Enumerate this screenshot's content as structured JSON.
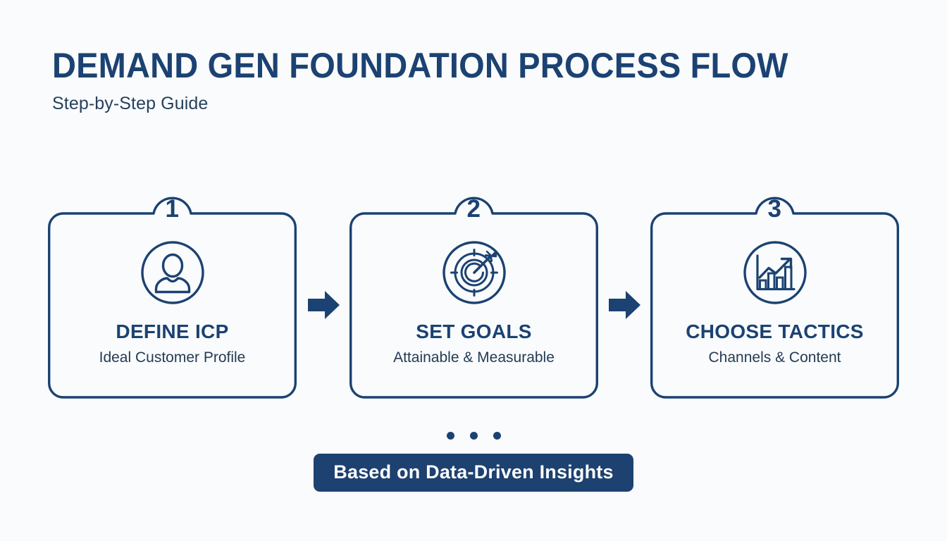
{
  "page": {
    "background_color": "#fafbfc",
    "accent_color": "#1b4272",
    "banner_color": "#1d4170"
  },
  "header": {
    "title": "DEMAND GEN FOUNDATION PROCESS FLOW",
    "subtitle": "Step-by-Step Guide"
  },
  "flow": {
    "steps": [
      {
        "number": "1",
        "icon": "person-icon",
        "title": "DEFINE ICP",
        "subtitle": "Ideal Customer Profile"
      },
      {
        "number": "2",
        "icon": "target-icon",
        "title": "SET GOALS",
        "subtitle": "Attainable & Measurable"
      },
      {
        "number": "3",
        "icon": "bar-chart-growth-icon",
        "title": "CHOOSE TACTICS",
        "subtitle": "Channels & Content"
      }
    ],
    "connectors": [
      {
        "icon": "arrow-right-icon"
      },
      {
        "icon": "arrow-right-icon"
      }
    ]
  },
  "footer": {
    "dots_count": "3",
    "banner_label": "Based on Data-Driven Insights"
  }
}
